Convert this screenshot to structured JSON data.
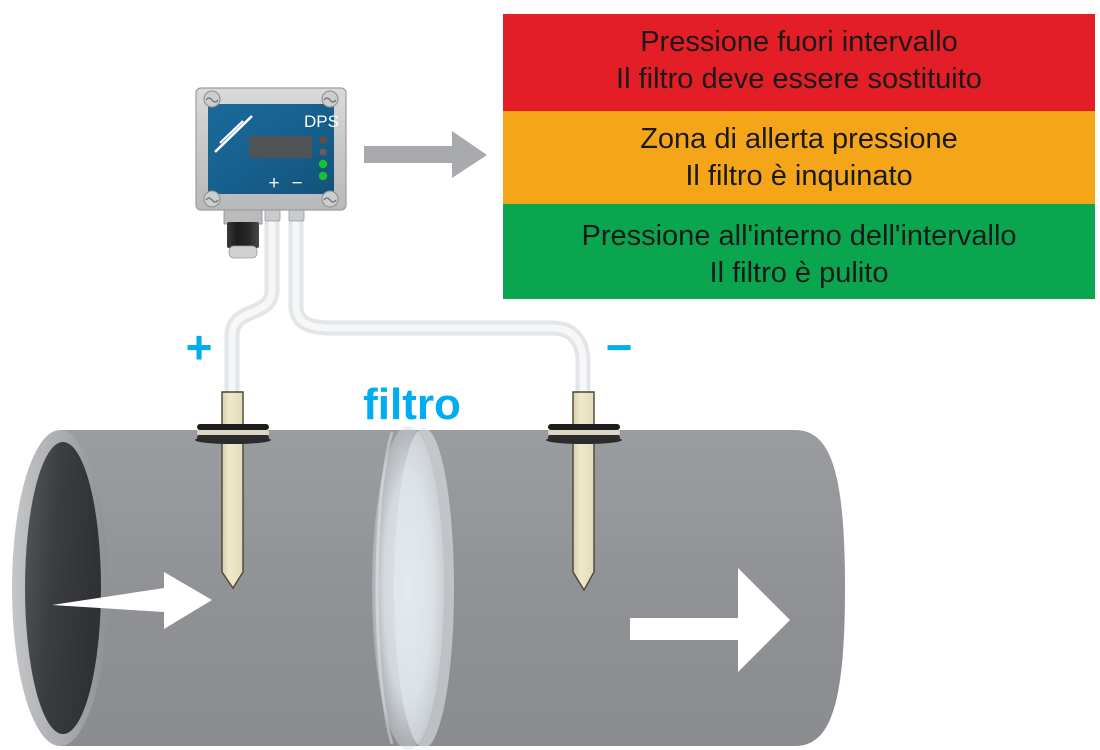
{
  "diagram": {
    "title_label": "filtro",
    "port_plus_label": "+",
    "port_minus_label": "−"
  },
  "device": {
    "brand_label": "DPS",
    "button_plus_label": "+",
    "button_minus_label": "−",
    "display_value": "",
    "leds": [
      {
        "name": "led-red-upper",
        "color": "#6b4a44",
        "state": "off"
      },
      {
        "name": "led-red-lower",
        "color": "#6b5b55",
        "state": "off"
      },
      {
        "name": "led-green-upper",
        "color": "#16c233",
        "state": "on"
      },
      {
        "name": "led-green-lower",
        "color": "#16c233",
        "state": "on"
      }
    ],
    "body_color": "#c8cacb",
    "face_color": "#17608e",
    "display_color": "#4f5355"
  },
  "legend": {
    "rows": [
      {
        "id": "alarm",
        "color": "#e41e26",
        "line1": "Pressione fuori intervallo",
        "line2": "Il filtro deve essere sostituito"
      },
      {
        "id": "warning",
        "color": "#f5a618",
        "line1": "Zona di allerta pressione",
        "line2": "Il filtro è inquinato"
      },
      {
        "id": "ok",
        "color": "#0aa64f",
        "line1": "Pressione all'interno dell'intervallo",
        "line2": "Il filtro è pulito"
      }
    ]
  },
  "duct": {
    "body_color": "#919396",
    "opening_color": "#3e4043",
    "rim_color": "#b9bbbd",
    "filter_color": "#d6dce2",
    "airflow_arrow_color": "#ffffff",
    "arrow_count": 2
  },
  "tubing": {
    "color": "#e3e5e7",
    "probe_color": "#ece3c6",
    "flange_color": "#2b2b2b"
  },
  "pointer_arrow": {
    "color": "#a9aaae",
    "name": "device-to-legend-arrow"
  }
}
